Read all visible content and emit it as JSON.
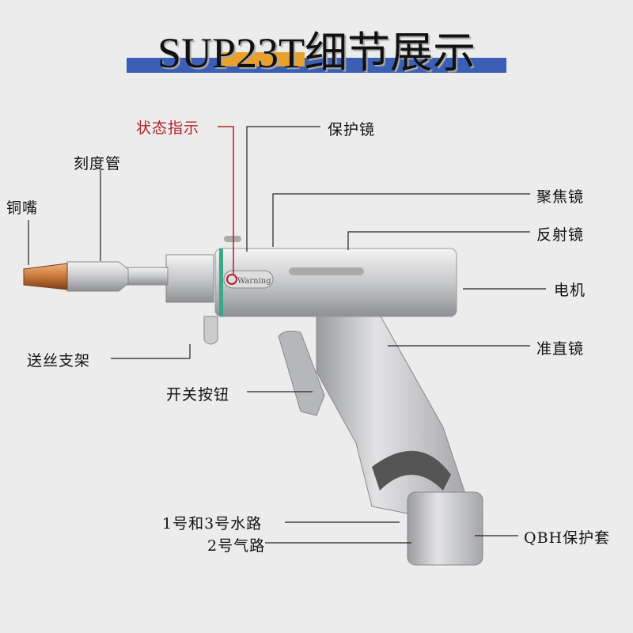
{
  "title": "SUP23T细节展示",
  "colors": {
    "title_bar": "#3a5fb5",
    "title_accent": "#e8a12a",
    "indicator_label": "#b3202a",
    "nozzle": "#c8783a",
    "body": "#c9cacc",
    "seal_ring": "#3aa888"
  },
  "gun": {
    "warning_text": "Warning"
  },
  "labels": {
    "status": "状态指示",
    "protect_lens": "保护镜",
    "scale_tube": "刻度管",
    "copper_nozzle": "铜嘴",
    "focus_lens": "聚焦镜",
    "reflect_lens": "反射镜",
    "motor": "电机",
    "collimator": "准直镜",
    "wire_bracket": "送丝支架",
    "switch": "开关按钮",
    "water": "1号和3号水路",
    "gas": "2号气路",
    "qbh": "QBH保护套"
  }
}
